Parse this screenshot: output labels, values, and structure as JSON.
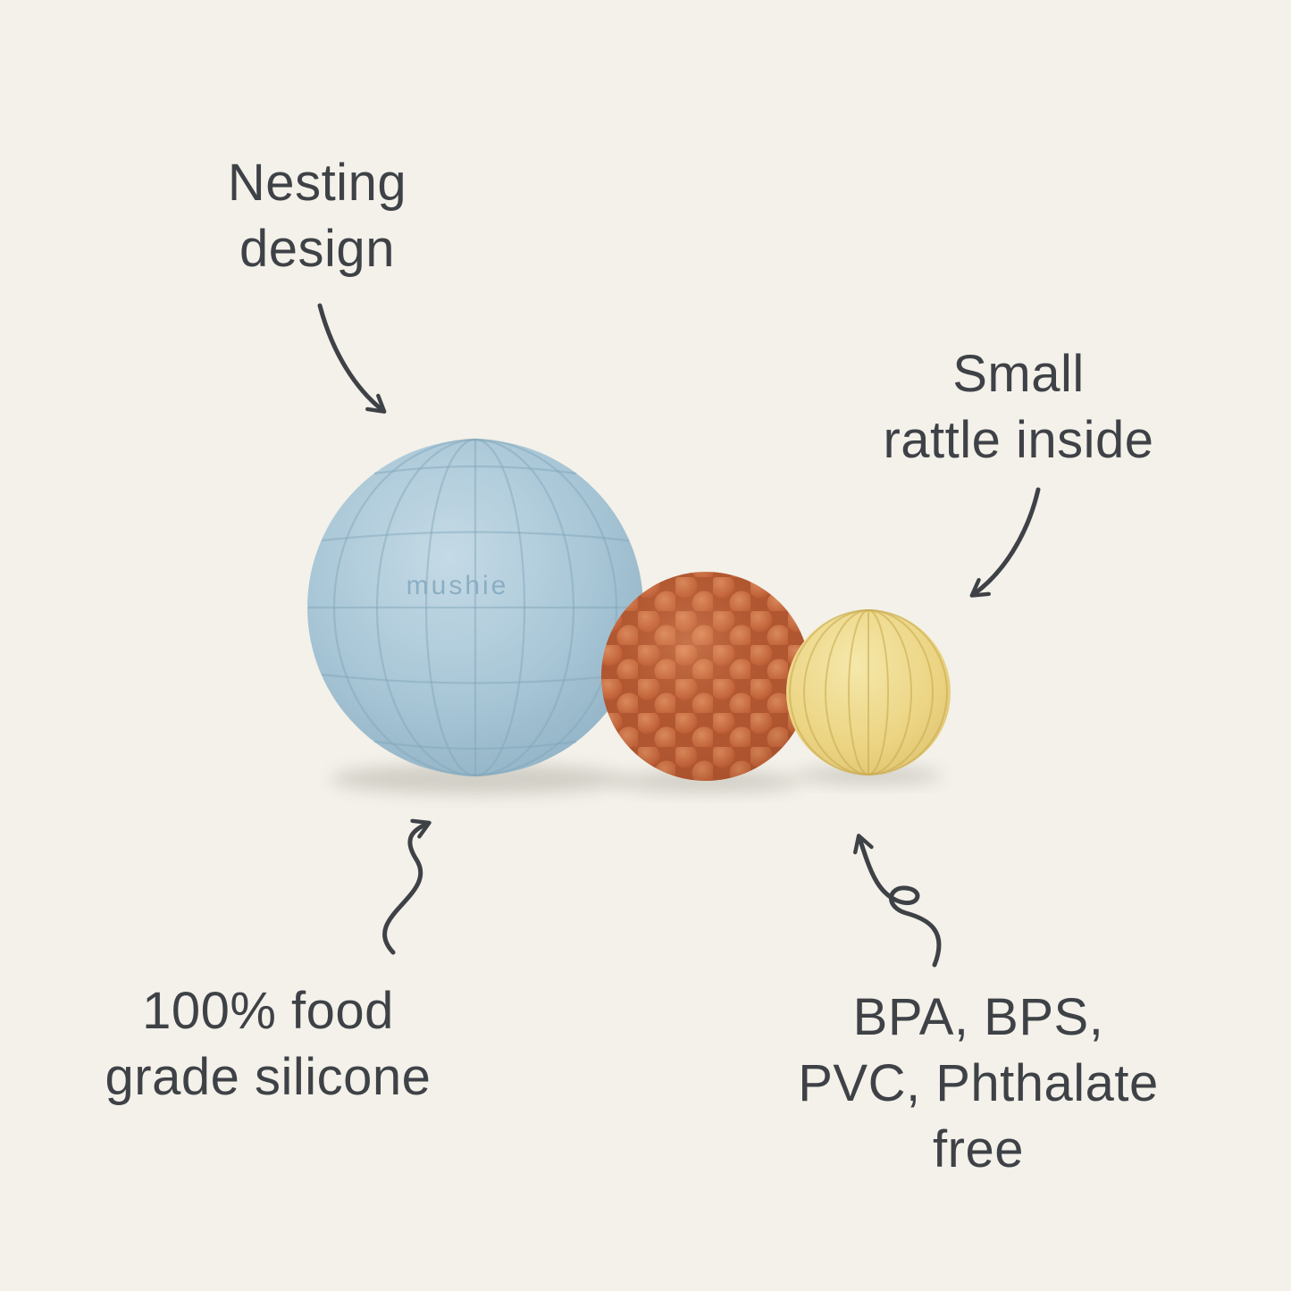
{
  "scene": {
    "background": "#f3f1e9",
    "ink": "#3e4247"
  },
  "labels": {
    "nesting": {
      "line1": "Nesting",
      "line2": "design"
    },
    "rattle": {
      "line1": "Small",
      "line2": "rattle inside"
    },
    "silicone": {
      "line1": "100% food",
      "line2": "grade silicone"
    },
    "bpa": {
      "line1": "BPA, BPS,",
      "line2": "PVC, Phthalate",
      "line3": "free"
    }
  },
  "product": {
    "brand": "mushie",
    "balls": [
      {
        "name": "large faceted nesting ball",
        "color": "#a9c7d7"
      },
      {
        "name": "medium bumpy sensory ball",
        "color": "#bf5e36"
      },
      {
        "name": "small ridged rattle ball",
        "color": "#ecd584"
      }
    ]
  }
}
